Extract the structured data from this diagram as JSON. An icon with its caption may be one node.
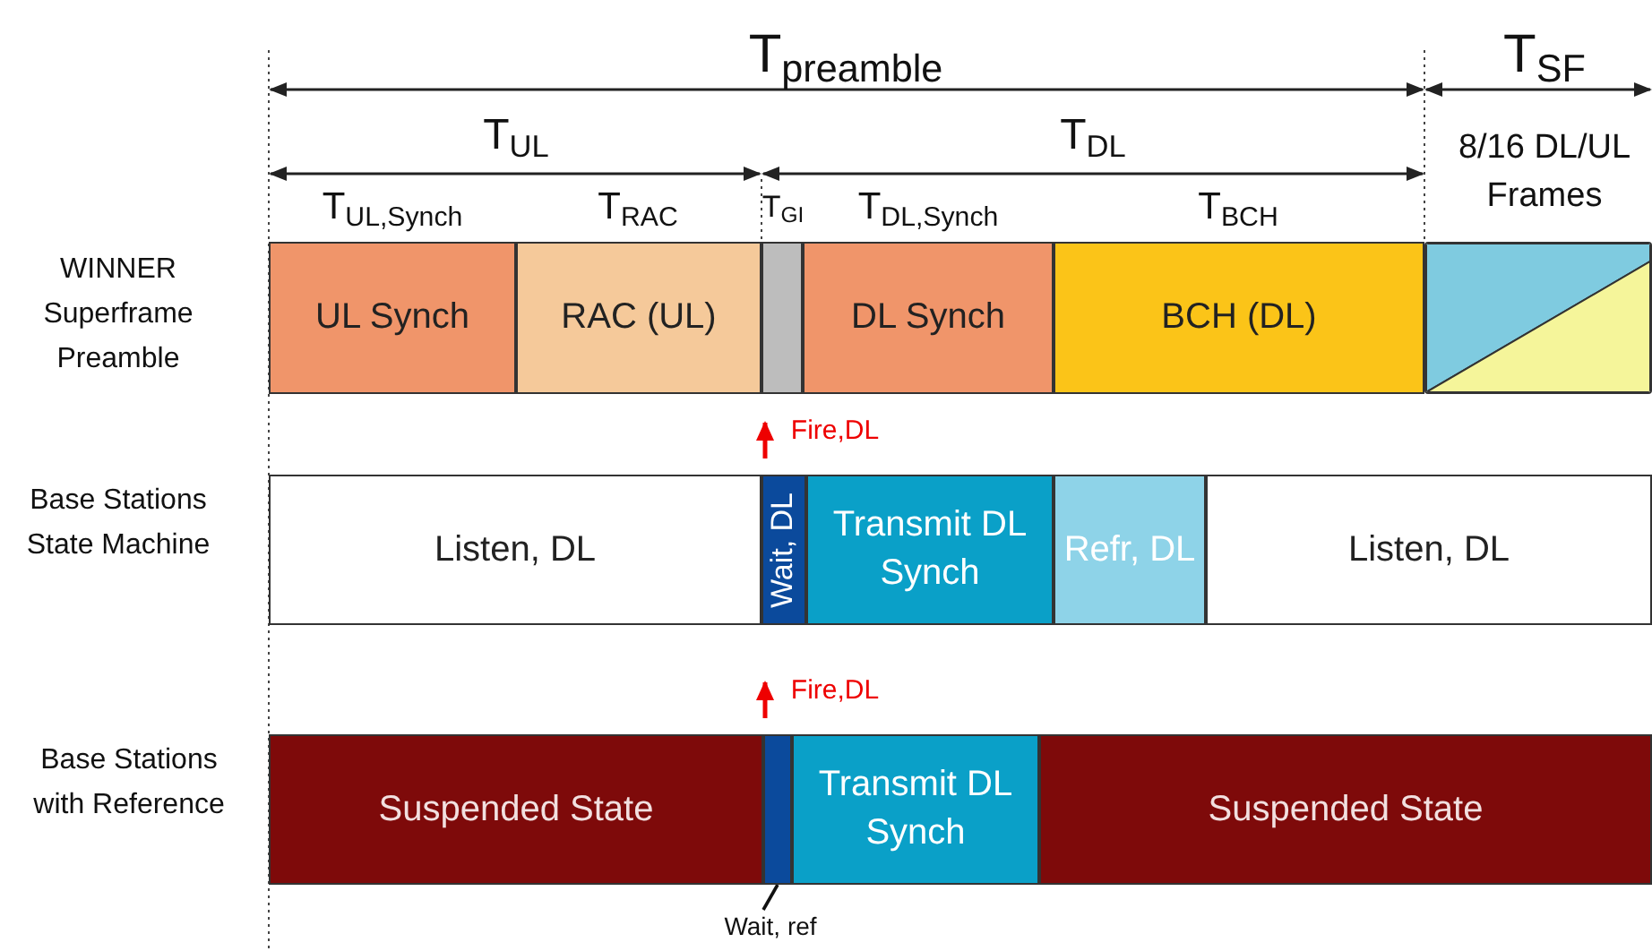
{
  "diagram": {
    "nodes": [
      {
        "text": [
          "UL Synch"
        ]
      },
      {
        "text": [
          "RAC (UL)"
        ]
      },
      {
        "text": [],
        "shape": "bar"
      },
      {
        "text": [
          "DL Synch"
        ]
      },
      {
        "text": [
          "BCH (DL)"
        ]
      },
      {
        "text": [],
        "shape": "box"
      },
      {
        "text": [
          "Listen, DL"
        ]
      },
      {
        "text": [
          "Wait, DL"
        ]
      },
      {
        "text": [
          "Transmit DL Synch"
        ]
      },
      {
        "text": [
          "Refr, DL"
        ]
      },
      {
        "text": [
          "Listen, DL"
        ]
      },
      {
        "text": [
          "Suspended State"
        ]
      },
      {
        "text": [],
        "shape": "bar"
      },
      {
        "text": [
          "Transmit DL Synch"
        ]
      },
      {
        "text": [
          "Suspended State"
        ]
      },
      {
        "text": [
          "Wait, ref"
        ]
      }
    ],
    "edges": [
      {
        "from": 15,
        "to": 12,
        "arrow": "none"
      }
    ],
    "labels": [
      "T$_{preamble}$",
      "T$_{SF}$",
      "T$_{UL}$",
      "T$_{DL}$",
      "8/16 DL/UL Frames",
      "T$_{UL,Synch}$",
      "T$_{RAC}$",
      "T$_{GI}$",
      "T$_{DL,Synch}$",
      "T$_{BCH}$",
      "WINNER Superframe Preamble",
      "Fire,DL",
      "Base Stations State Machine",
      "Fire,DL",
      "Base Stations with Reference"
    ]
  }
}
